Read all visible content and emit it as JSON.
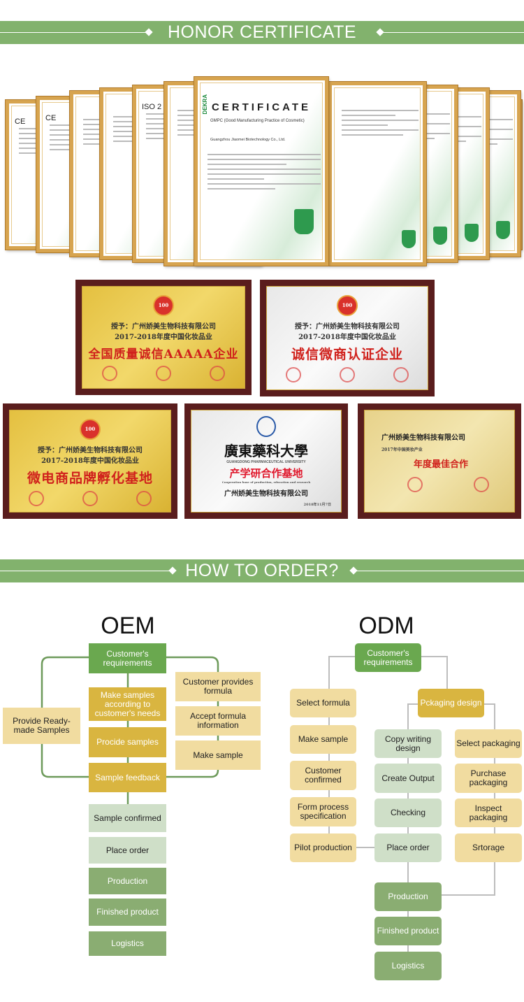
{
  "honor_banner": {
    "title": "HONOR CERTIFICATE"
  },
  "certificates": {
    "main": {
      "title": "CERTIFICATE",
      "subtitle": "GMPC (Good Manufacturing Practice of Cosmetic)",
      "company": "Guangzhou Jiaomei Biotechnology Co., Ltd.",
      "brand": "DEKRA"
    },
    "side_titles": [
      "CE",
      "CE",
      "ISO 2"
    ]
  },
  "plaques": [
    {
      "grantee": "授予：广州娇美生物科技有限公司",
      "year_line": "2017-2018年度中国化妆品业",
      "award": "全国质量诚信AAAAA企业",
      "medal": "100"
    },
    {
      "grantee": "授予：广州娇美生物科技有限公司",
      "year_line": "2017-2018年度中国化妆品业",
      "award": "诚信微商认证企业",
      "medal": "100"
    },
    {
      "grantee": "授予：广州娇美生物科技有限公司",
      "year_line": "2017-2018年度中国化妆品业",
      "award": "微电商品牌孵化基地",
      "medal": "100"
    },
    {
      "university": "廣東藥科大學",
      "university_en": "GUANGDONG PHARMACEUTICAL UNIVERSITY",
      "award": "产学研合作基地",
      "award_en": "Cooperation base of production, education and research",
      "company": "广州娇美生物科技有限公司",
      "date": "2018年11月7日"
    },
    {
      "company": "广州娇美生物科技有限公司",
      "year_line": "2017年中国美妆产业",
      "award": "年度最佳合作"
    }
  ],
  "order_banner": {
    "title": "HOW TO ORDER?"
  },
  "oem": {
    "title": "OEM",
    "main": [
      "Customer's requirements",
      "Make samples according to customer's needs",
      "Procide samples",
      "Sample feedback",
      "Sample confirmed",
      "Place order",
      "Production",
      "Finished product",
      "Logistics"
    ],
    "left": "Provide Ready-made Samples",
    "right": [
      "Customer provides formula",
      "Accept formula information",
      "Make sample"
    ]
  },
  "odm": {
    "title": "ODM",
    "top": "Customer's requirements",
    "left": [
      "Select formula",
      "Make sample",
      "Customer confirmed",
      "Form process specification",
      "Pilot production"
    ],
    "packaging": "Pckaging design",
    "mid": [
      "Copy writing design",
      "Create Output",
      "Checking",
      "Place order"
    ],
    "right": [
      "Select packaging",
      "Purchase packaging",
      "Inspect packaging",
      "Srtorage"
    ],
    "bottom": [
      "Production",
      "Finished product",
      "Logistics"
    ]
  },
  "colors": {
    "banner": "#82b26d",
    "green": "#6aa84f",
    "gold": "#d9b540",
    "tan": "#f1dca0",
    "light_green": "#cfdfc8",
    "mid_green": "#8aad72"
  }
}
